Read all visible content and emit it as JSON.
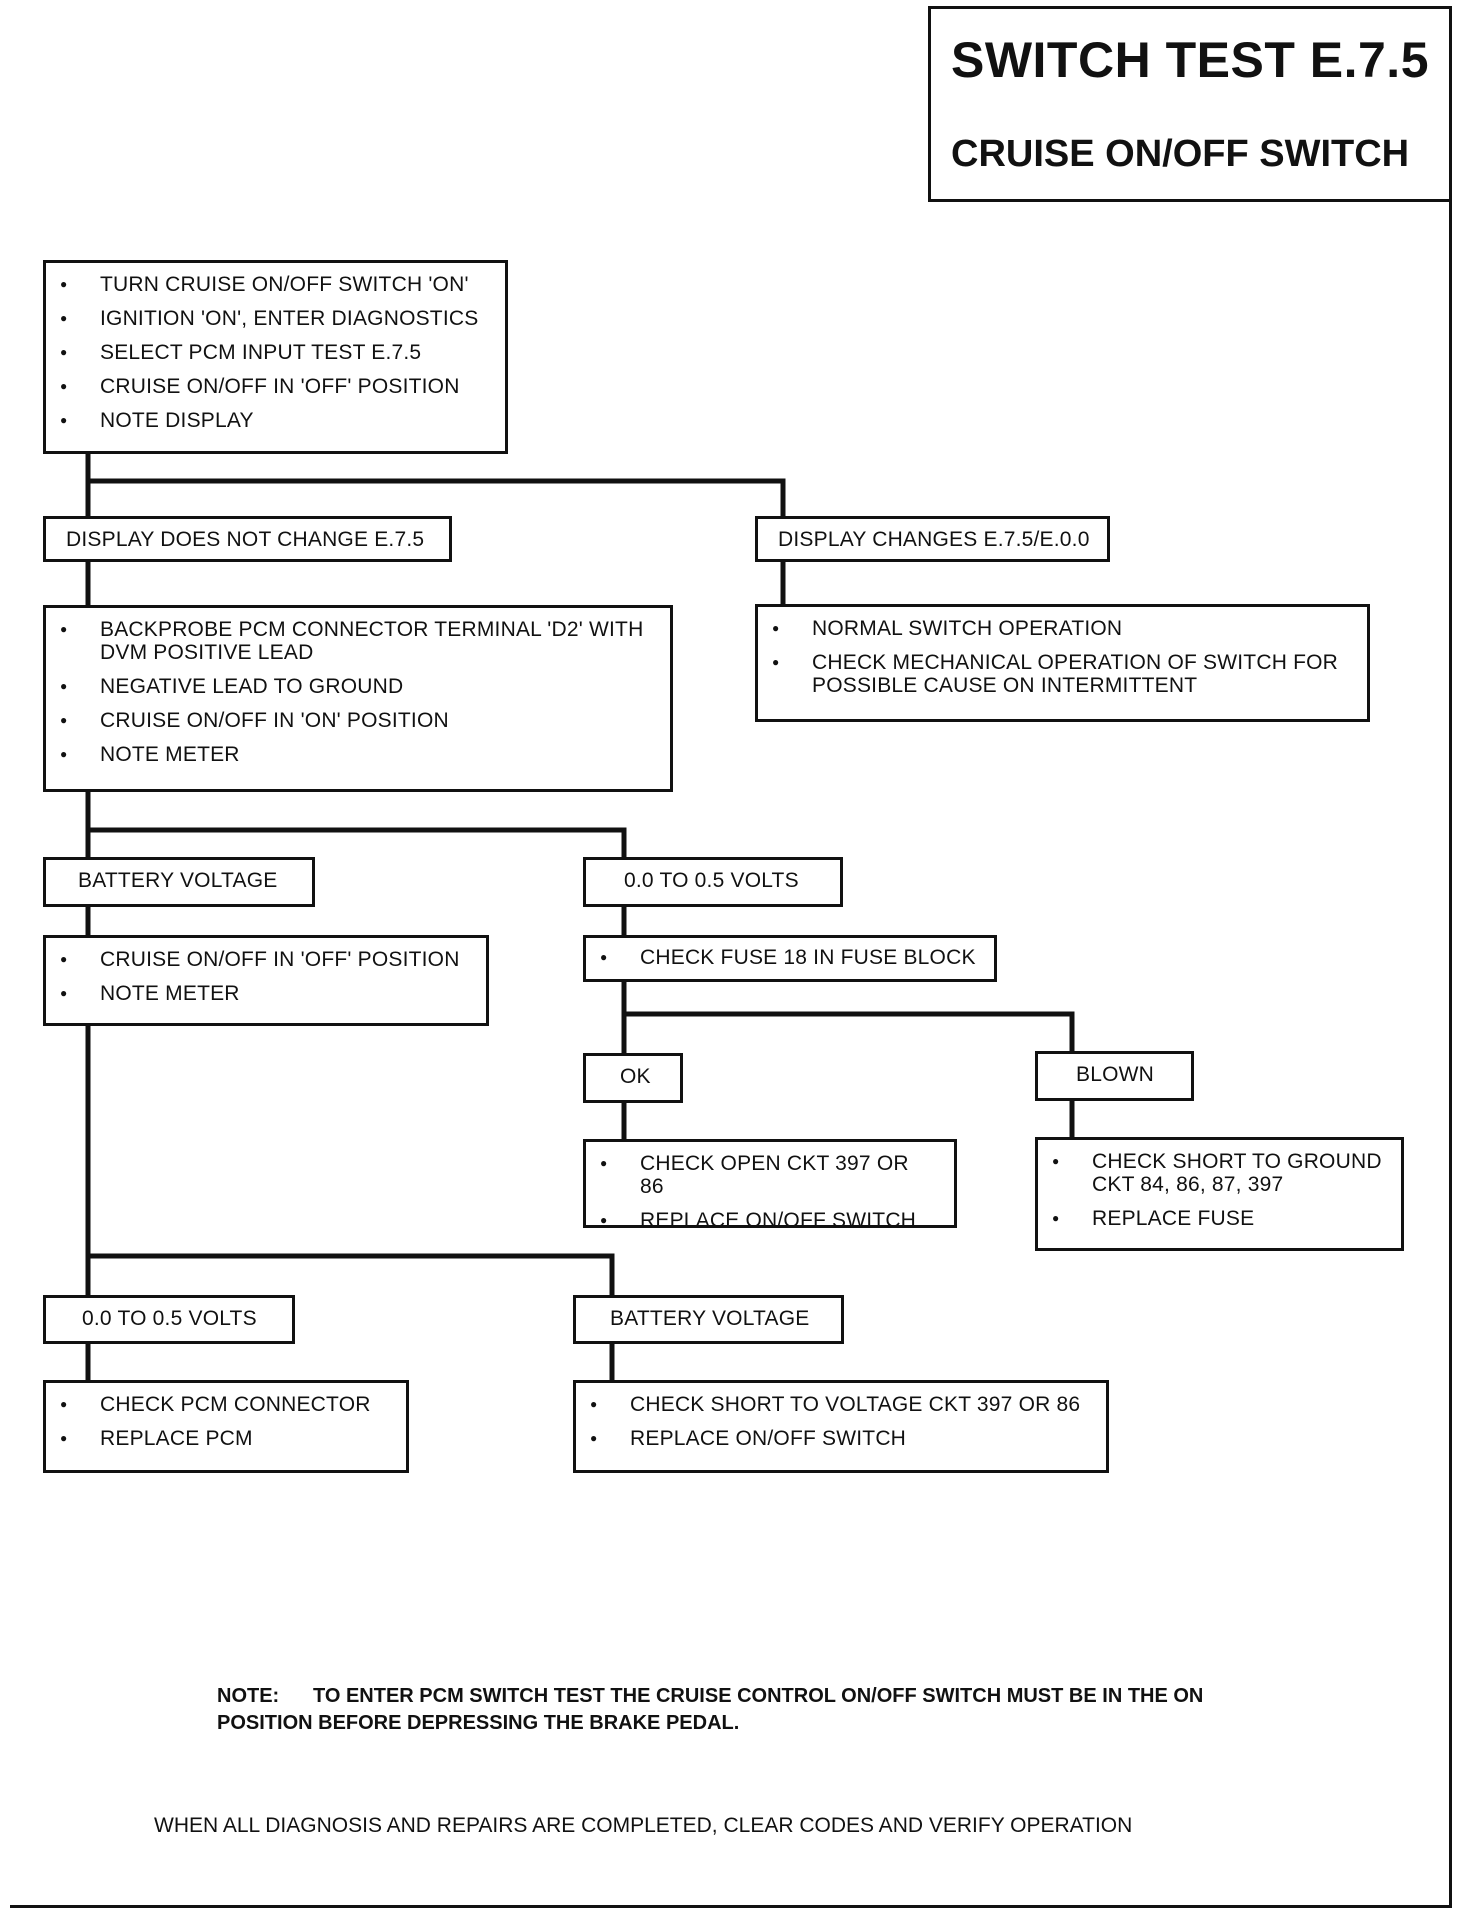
{
  "title": {
    "main": "SWITCH TEST E.7.5",
    "sub": "CRUISE ON/OFF SWITCH"
  },
  "start_box": {
    "steps": [
      "TURN CRUISE ON/OFF SWITCH 'ON'",
      "IGNITION 'ON', ENTER DIAGNOSTICS",
      "SELECT PCM INPUT TEST E.7.5",
      "CRUISE ON/OFF IN 'OFF' POSITION",
      "NOTE DISPLAY"
    ]
  },
  "branch_left": {
    "label": "DISPLAY DOES NOT CHANGE E.7.5",
    "steps": [
      "BACKPROBE PCM CONNECTOR TERMINAL 'D2' WITH DVM POSITIVE LEAD",
      "NEGATIVE LEAD TO GROUND",
      "CRUISE ON/OFF IN 'ON' POSITION",
      "NOTE  METER"
    ]
  },
  "branch_right": {
    "label": "DISPLAY CHANGES E.7.5/E.0.0",
    "steps": [
      "NORMAL SWITCH OPERATION",
      "CHECK MECHANICAL OPERATION OF SWITCH FOR POSSIBLE CAUSE ON INTERMITTENT"
    ]
  },
  "battery_voltage_1": {
    "label": "BATTERY VOLTAGE",
    "steps": [
      "CRUISE ON/OFF IN 'OFF' POSITION",
      "NOTE METER"
    ]
  },
  "low_volts_1": {
    "label": "0.0 TO 0.5 VOLTS",
    "steps": [
      "CHECK FUSE 18 IN FUSE BLOCK"
    ]
  },
  "fuse_ok": {
    "label": "OK",
    "steps": [
      "CHECK OPEN CKT 397 OR 86",
      "REPLACE ON/OFF SWITCH"
    ]
  },
  "fuse_blown": {
    "label": "BLOWN",
    "steps": [
      "CHECK SHORT TO GROUND CKT 84, 86, 87, 397",
      "REPLACE  FUSE"
    ]
  },
  "low_volts_2": {
    "label": "0.0 TO 0.5 VOLTS",
    "steps": [
      "CHECK PCM CONNECTOR",
      "REPLACE PCM"
    ]
  },
  "battery_voltage_2": {
    "label": "BATTERY VOLTAGE",
    "steps": [
      "CHECK SHORT TO VOLTAGE CKT 397 OR 86",
      "REPLACE ON/OFF SWITCH"
    ]
  },
  "note": {
    "lead": "NOTE:",
    "text": "TO ENTER PCM SWITCH TEST THE CRUISE CONTROL ON/OFF SWITCH MUST BE IN THE ON POSITION BEFORE DEPRESSING THE BRAKE PEDAL."
  },
  "footer": "WHEN ALL DIAGNOSIS AND REPAIRS ARE COMPLETED, CLEAR CODES AND VERIFY OPERATION"
}
